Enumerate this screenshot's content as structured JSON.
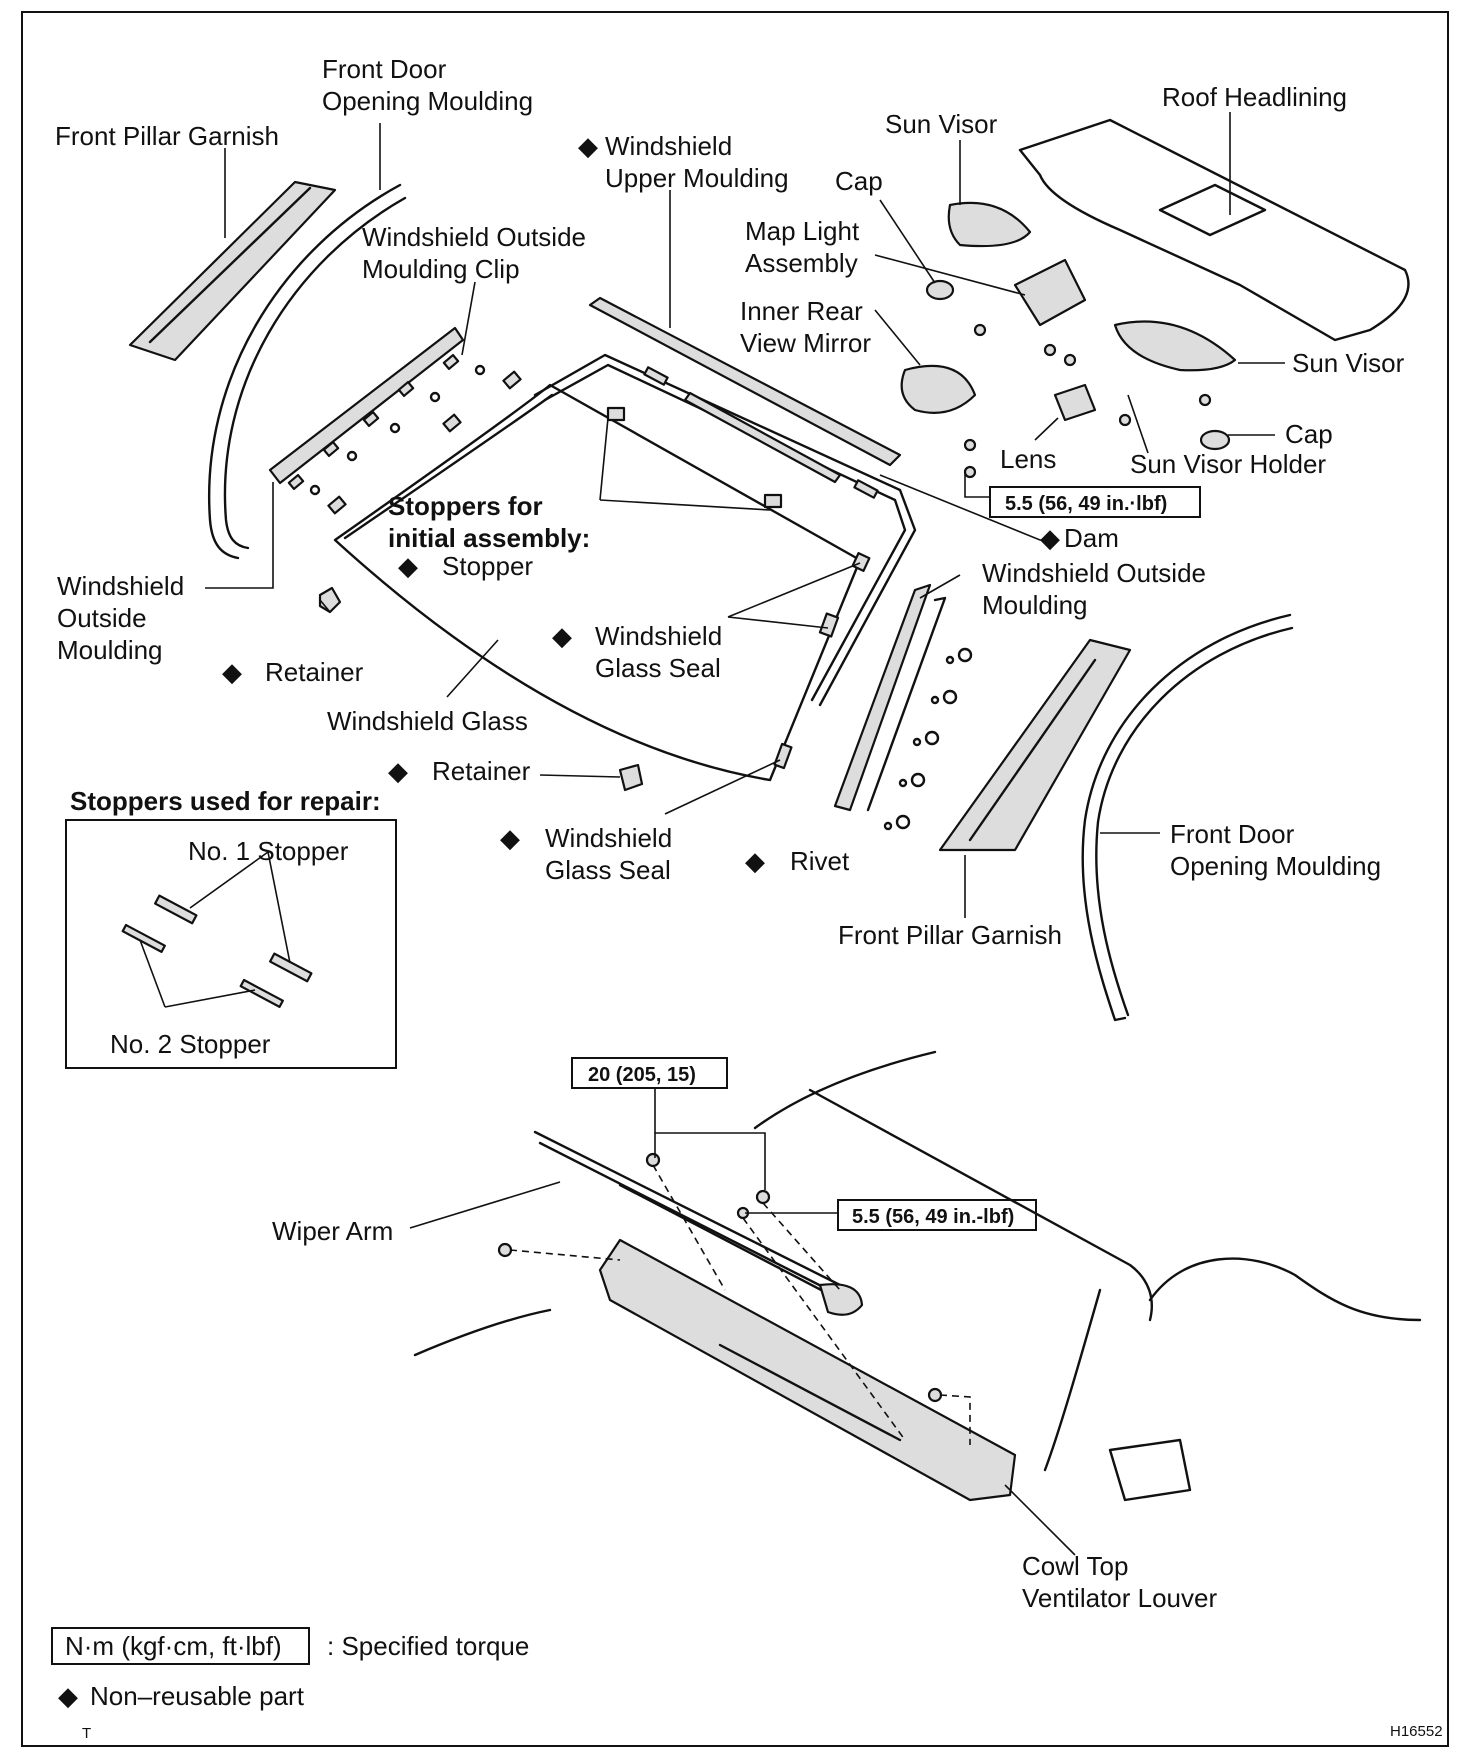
{
  "colors": {
    "ink": "#111111",
    "background": "#ffffff",
    "fill": "#dddddd"
  },
  "labels": {
    "front_door_opening_moulding_top_l1": "Front Door",
    "front_door_opening_moulding_top_l2": "Opening Moulding",
    "front_pillar_garnish_top": "Front Pillar Garnish",
    "windshield_upper_moulding_l1": "Windshield",
    "windshield_upper_moulding_l2": "Upper Moulding",
    "sun_visor_top": "Sun Visor",
    "roof_headlining": "Roof Headlining",
    "cap_top": "Cap",
    "map_light_l1": "Map Light",
    "map_light_l2": "Assembly",
    "outside_moulding_clip_l1": "Windshield Outside",
    "outside_moulding_clip_l2": "Moulding Clip",
    "inner_mirror_l1": "Inner Rear",
    "inner_mirror_l2": "View Mirror",
    "sun_visor_right": "Sun Visor",
    "cap_right": "Cap",
    "lens": "Lens",
    "sun_visor_holder": "Sun Visor Holder",
    "torque_roof": "5.5 (56, 49 in.·lbf)",
    "dam": "Dam",
    "stoppers_initial_l1": "Stoppers for",
    "stoppers_initial_l2": "initial assembly:",
    "stopper": "Stopper",
    "windshield_outside_moulding_right_l1": "Windshield Outside",
    "windshield_outside_moulding_right_l2": "Moulding",
    "windshield_outside_moulding_left_l1": "Windshield",
    "windshield_outside_moulding_left_l2": "Outside",
    "windshield_outside_moulding_left_l3": "Moulding",
    "retainer_left": "Retainer",
    "glass_seal_upper_l1": "Windshield",
    "glass_seal_upper_l2": "Glass Seal",
    "windshield_glass": "Windshield Glass",
    "retainer_lower": "Retainer",
    "glass_seal_lower_l1": "Windshield",
    "glass_seal_lower_l2": "Glass Seal",
    "rivet": "Rivet",
    "front_door_opening_moulding_right_l1": "Front Door",
    "front_door_opening_moulding_right_l2": "Opening Moulding",
    "front_pillar_garnish_bottom": "Front Pillar Garnish",
    "stoppers_repair_title": "Stoppers used for repair:",
    "no1_stopper": "No. 1 Stopper",
    "no2_stopper": "No. 2 Stopper",
    "torque_wiper_nut": "20 (205, 15)",
    "torque_cowl": "5.5 (56, 49 in.-lbf)",
    "wiper_arm": "Wiper Arm",
    "cowl_top_l1": "Cowl Top",
    "cowl_top_l2": "Ventilator Louver"
  },
  "legend": {
    "torque_unit": "N·m (kgf·cm, ft·lbf)",
    "torque_desc": ": Specified torque",
    "non_reusable": "Non–reusable part",
    "diamond_symbol": "◆",
    "t_mark": "T"
  },
  "figure_id": "H16552"
}
